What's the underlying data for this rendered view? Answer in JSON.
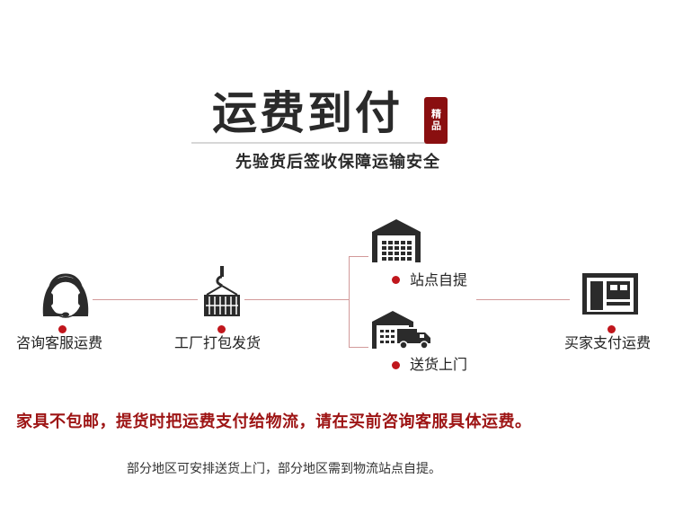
{
  "header": {
    "title": "运费到付",
    "seal": "精品",
    "subtitle": "先验货后签收保障运输安全"
  },
  "flow": {
    "customer_service": {
      "label": "咨询客服运费",
      "icon": "headset-agent-icon"
    },
    "factory": {
      "label": "工厂打包发货",
      "icon": "crane-package-icon"
    },
    "pickup": {
      "label": "站点自提",
      "icon": "warehouse-icon"
    },
    "delivery": {
      "label": "送货上门",
      "icon": "warehouse-truck-icon"
    },
    "payment": {
      "label": "买家支付运费",
      "icon": "shop-building-icon"
    }
  },
  "notes": {
    "warning": "家具不包邮，提货时把运费支付给物流，请在买前咨询客服具体运费。",
    "info": "部分地区可安排送货上门，部分地区需到物流站点自提。"
  },
  "colors": {
    "accent_red": "#c0161c",
    "warning_red": "#9d1414",
    "seal_red": "#8a0f10",
    "line": "#d29a9a",
    "icon_dark": "#2b2b2b"
  }
}
